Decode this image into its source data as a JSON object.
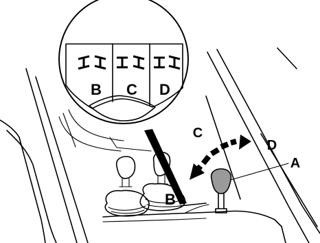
{
  "figure": {
    "callout_labels": [
      "B",
      "C",
      "D"
    ],
    "arc_labels": {
      "start": "C",
      "end": "D"
    },
    "lever_labels": {
      "transfer_lever": "A",
      "gear_lever": "B"
    }
  }
}
